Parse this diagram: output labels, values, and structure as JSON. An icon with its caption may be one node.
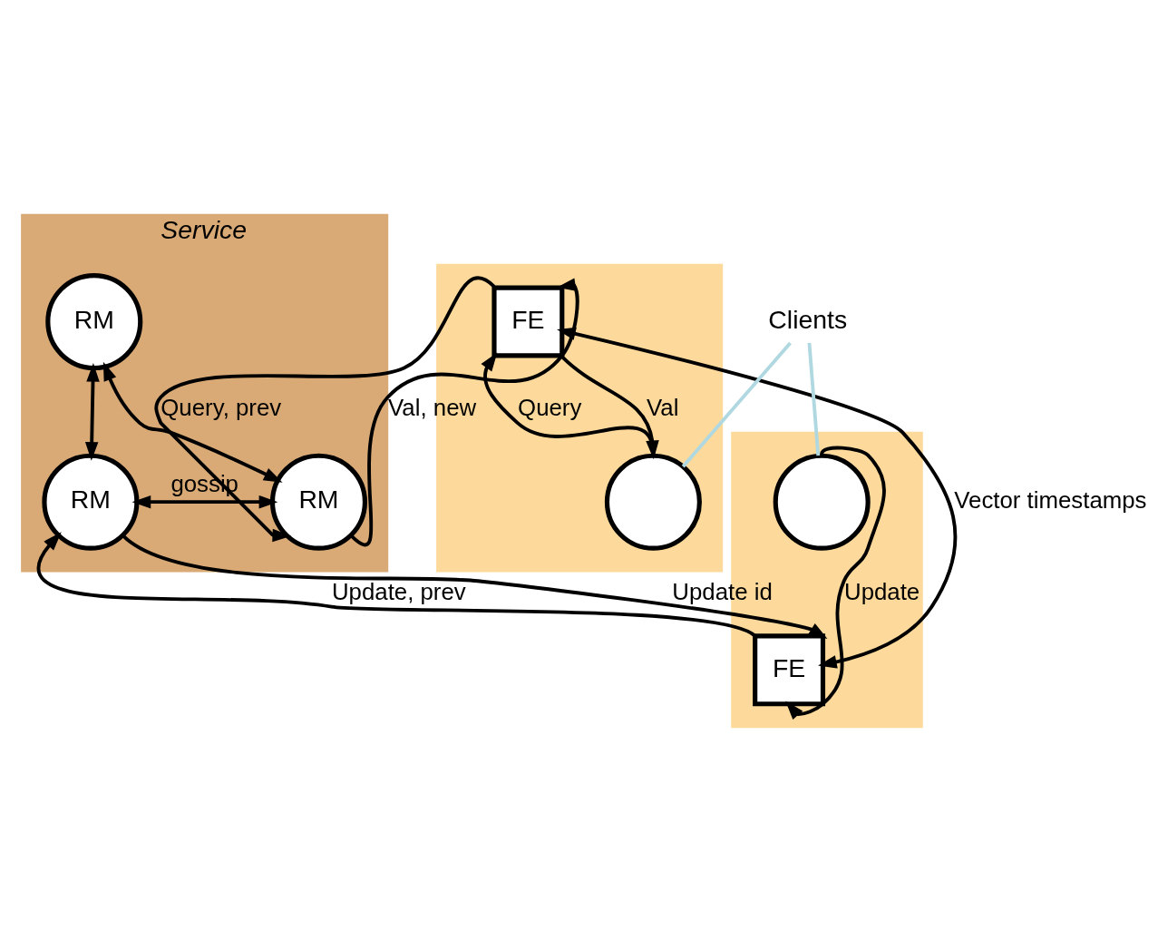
{
  "diagram": {
    "nodes": [
      {
        "text": [
          "Service"
        ]
      },
      {
        "text": [
          "RM"
        ],
        "in": 0
      },
      {
        "text": [
          "RM"
        ],
        "in": 0
      },
      {
        "text": [
          "RM"
        ],
        "in": 0
      },
      {
        "text": [],
        "shape": "box"
      },
      {
        "text": [
          "FE"
        ],
        "in": 4
      },
      {
        "text": [],
        "shape": "circle",
        "in": 4
      },
      {
        "text": [],
        "shape": "box"
      },
      {
        "text": [
          "FE"
        ],
        "in": 7
      },
      {
        "text": [],
        "shape": "circle",
        "in": 7
      },
      {
        "text": [
          "Clients"
        ]
      }
    ],
    "edges": [
      {
        "from": 1,
        "to": 2,
        "arrow": "both"
      },
      {
        "from": 1,
        "to": 3,
        "arrow": "both"
      },
      {
        "from": 2,
        "to": 3,
        "arrow": "both",
        "label": "gossip"
      },
      {
        "from": 5,
        "to": 2,
        "arrow": "to",
        "label": "Query, prev"
      },
      {
        "from": 2,
        "to": 5,
        "arrow": "to",
        "label": "Val, new"
      },
      {
        "from": 5,
        "to": 8,
        "arrow": "both",
        "label": "Vector timestamps"
      },
      {
        "from": 8,
        "to": 3,
        "arrow": "to",
        "label": "Update, prev"
      },
      {
        "from": 3,
        "to": 8,
        "arrow": "to",
        "label": "Update id"
      },
      {
        "from": 6,
        "to": 5,
        "arrow": "to",
        "label": "Query"
      },
      {
        "from": 5,
        "to": 6,
        "arrow": "to",
        "label": "Val"
      },
      {
        "from": 9,
        "to": 8,
        "arrow": "to",
        "label": "Update"
      },
      {
        "from": 10,
        "to": 6,
        "arrow": "none",
        "color": "#b0d8e0"
      },
      {
        "from": 10,
        "to": 9,
        "arrow": "none",
        "color": "#b0d8e0"
      }
    ]
  }
}
